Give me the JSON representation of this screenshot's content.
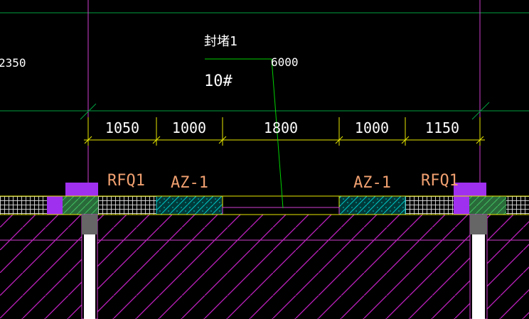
{
  "colors": {
    "background": "#000000",
    "grid_line": "#00a040",
    "axis_line": "#d040d0",
    "dim_line": "#e8e800",
    "leader": "#00d000",
    "label_orange": "#f0a070",
    "label_white": "#ffffff",
    "rfq_fill": "#a030f0",
    "az_fill": "#00c8c8",
    "hatch": "#c020c0",
    "mesh": "#e0e0e0",
    "column_fill": "#ffffff"
  },
  "annotations": {
    "left_value": "2350",
    "leader_value": "6000",
    "note_top": "封堵1",
    "note_bottom": "10#"
  },
  "dimensions": [
    {
      "id": "d1",
      "value": "1050"
    },
    {
      "id": "d2",
      "value": "1000"
    },
    {
      "id": "d3",
      "value": "1800"
    },
    {
      "id": "d4",
      "value": "1000"
    },
    {
      "id": "d5",
      "value": "1150"
    }
  ],
  "labels": {
    "rfq_left": "RFQ1",
    "az_left": "AZ-1",
    "az_right": "AZ-1",
    "rfq_right": "RFQ1"
  }
}
